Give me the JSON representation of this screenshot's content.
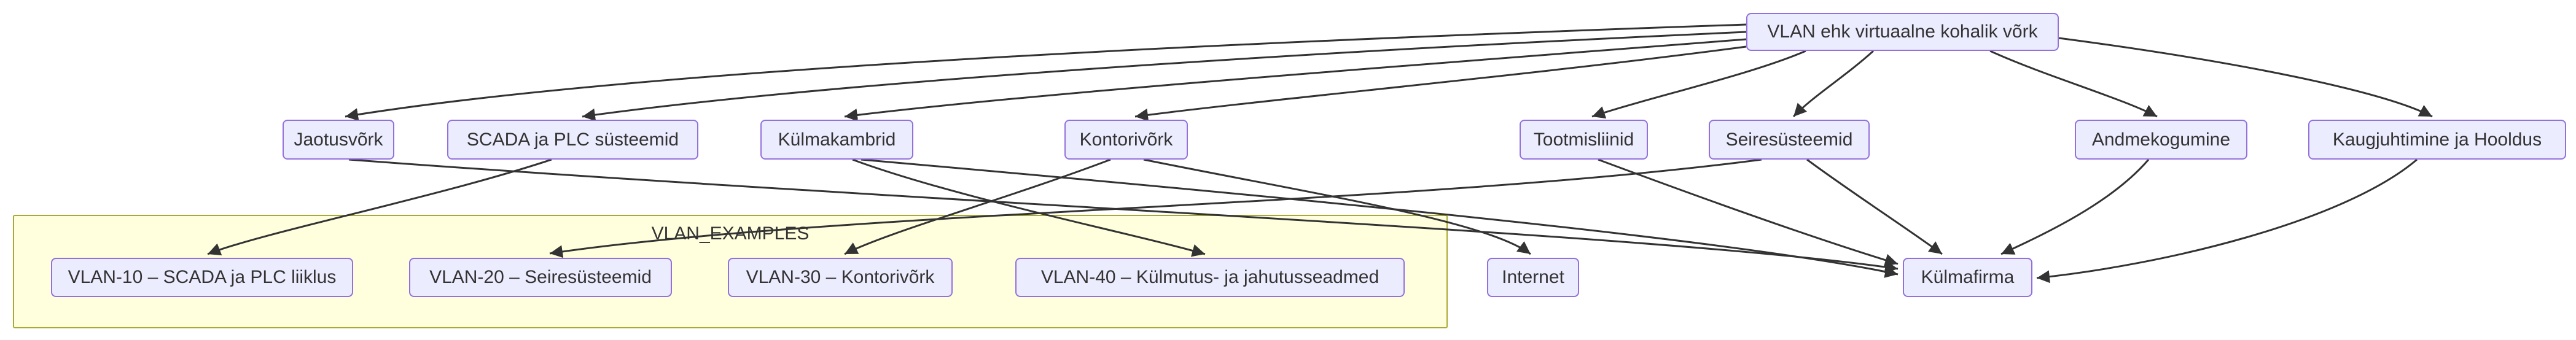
{
  "colors": {
    "background": "#FFFFFF",
    "node_fill": "#ECECFF",
    "node_border": "#9370DB",
    "subgraph_fill": "#FFFFDE",
    "subgraph_border": "#AAAA33",
    "edge_color": "#333333",
    "text_color": "#333333"
  },
  "diagram": {
    "type": "flowchart",
    "root": {
      "id": "root",
      "label": "VLAN ehk virtuaalne kohalik võrk"
    },
    "branches": [
      {
        "id": "jaotusvork",
        "label": "Jaotusvõrk"
      },
      {
        "id": "scada",
        "label": "SCADA ja PLC süsteemid"
      },
      {
        "id": "kulmakambrid",
        "label": "Külmakambrid"
      },
      {
        "id": "kontorivork",
        "label": "Kontorivõrk"
      },
      {
        "id": "tootmisliinid",
        "label": "Tootmisliinid"
      },
      {
        "id": "seiresusteemid",
        "label": "Seiresüsteemid"
      },
      {
        "id": "andmekogumine",
        "label": "Andmekogumine"
      },
      {
        "id": "kaugjuhtimine",
        "label": "Kaugjuhtimine ja Hooldus"
      }
    ],
    "subgraph": {
      "label": "VLAN_EXAMPLES",
      "nodes": [
        {
          "id": "vlan10",
          "label": "VLAN-10 – SCADA ja PLC liiklus"
        },
        {
          "id": "vlan20",
          "label": "VLAN-20 – Seiresüsteemid"
        },
        {
          "id": "vlan30",
          "label": "VLAN-30 – Kontorivõrk"
        },
        {
          "id": "vlan40",
          "label": "VLAN-40 – Külmutus- ja jahutusseadmed"
        }
      ]
    },
    "other_nodes": [
      {
        "id": "internet",
        "label": "Internet"
      },
      {
        "id": "kulmafirma",
        "label": "Külmafirma"
      }
    ],
    "edges": [
      {
        "from": "root",
        "to": "jaotusvork"
      },
      {
        "from": "root",
        "to": "scada"
      },
      {
        "from": "root",
        "to": "kulmakambrid"
      },
      {
        "from": "root",
        "to": "kontorivork"
      },
      {
        "from": "root",
        "to": "tootmisliinid"
      },
      {
        "from": "root",
        "to": "seiresusteemid"
      },
      {
        "from": "root",
        "to": "andmekogumine"
      },
      {
        "from": "root",
        "to": "kaugjuhtimine"
      },
      {
        "from": "scada",
        "to": "vlan10"
      },
      {
        "from": "seiresusteemid",
        "to": "vlan20"
      },
      {
        "from": "kontorivork",
        "to": "vlan30"
      },
      {
        "from": "kulmakambrid",
        "to": "vlan40"
      },
      {
        "from": "kontorivork",
        "to": "internet"
      },
      {
        "from": "jaotusvork",
        "to": "kulmafirma"
      },
      {
        "from": "kulmakambrid",
        "to": "kulmafirma"
      },
      {
        "from": "tootmisliinid",
        "to": "kulmafirma"
      },
      {
        "from": "seiresusteemid",
        "to": "kulmafirma"
      },
      {
        "from": "andmekogumine",
        "to": "kulmafirma"
      },
      {
        "from": "kaugjuhtimine",
        "to": "kulmafirma"
      }
    ]
  }
}
